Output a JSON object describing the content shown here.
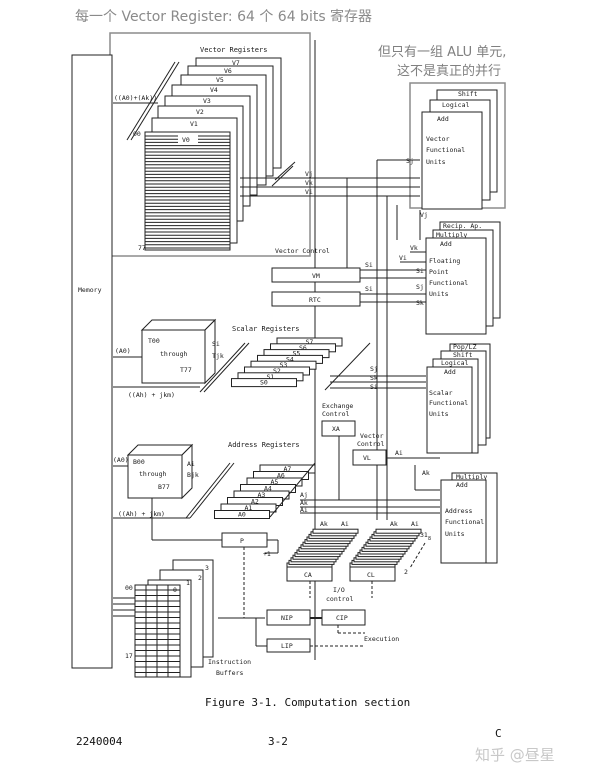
{
  "annotations": {
    "top_note": "每一个 Vector Register: 64 个 64 bits 寄存器",
    "alu_note_line1": "但只有一组 ALU 单元,",
    "alu_note_line2": "这不是真正的并行"
  },
  "memory": {
    "label": "Memory"
  },
  "vector_registers": {
    "title": "Vector Registers",
    "registers": [
      "V7",
      "V6",
      "V5",
      "V4",
      "V3",
      "V2",
      "V1",
      "V0"
    ],
    "address_label": "((A0)+(Ak))",
    "element_first": "00",
    "element_last": "77",
    "ports": [
      "Vj",
      "Vk",
      "Vi"
    ]
  },
  "vector_functional_units": {
    "units": [
      "Shift",
      "Logical",
      "Add"
    ],
    "label_lines": [
      "Vector",
      "Functional",
      "Units"
    ],
    "input_label": "Sj"
  },
  "floating_point_units": {
    "units": [
      "Recip. Ap.",
      "Multiply",
      "Add"
    ],
    "label_lines": [
      "Floating",
      "Point",
      "Functional",
      "Units"
    ],
    "inputs": [
      "Vj",
      "Vk",
      "Vi",
      "Si",
      "Sj",
      "Sk"
    ]
  },
  "vector_control": {
    "label": "Vector Control",
    "vm": "VM",
    "rtc": "RTC",
    "vm_input": "Si",
    "rtc_input": "Si"
  },
  "t_registers": {
    "top": "T00",
    "middle": "through",
    "bottom": "T77",
    "address_in": "(A0)",
    "address_out": "((Ah) + jkm)",
    "ports": [
      "Si",
      "Tjk"
    ]
  },
  "scalar_registers": {
    "title": "Scalar Registers",
    "registers": [
      "S7",
      "S6",
      "S5",
      "S4",
      "S3",
      "S2",
      "S1",
      "S0"
    ],
    "ports": [
      "Sj",
      "Sk",
      "Si"
    ]
  },
  "scalar_functional_units": {
    "units": [
      "Pop/LZ",
      "Shift",
      "Logical",
      "Add"
    ],
    "label_lines": [
      "Scalar",
      "Functional",
      "Units"
    ]
  },
  "exchange_control": {
    "label_lines": [
      "Exchange",
      "Control"
    ],
    "box": "XA"
  },
  "vector_length": {
    "label_lines": [
      "Vector",
      "Control"
    ],
    "box": "VL",
    "input": "Ai"
  },
  "b_registers": {
    "top": "B00",
    "middle": "through",
    "bottom": "B77",
    "address_in": "(A0)",
    "address_out": "((Ah) + jkm)",
    "ports": [
      "Ai",
      "Bjk"
    ]
  },
  "address_registers": {
    "title": "Address Registers",
    "registers": [
      "A7",
      "A6",
      "A5",
      "A4",
      "A3",
      "A2",
      "A1",
      "A0"
    ],
    "ports": [
      "Aj",
      "Ak",
      "Ai"
    ]
  },
  "address_functional_units": {
    "units": [
      "Multiply",
      "Add"
    ],
    "label_lines": [
      "Address",
      "Functional",
      "Units"
    ],
    "input": "Ak"
  },
  "program_counter": {
    "box": "P",
    "increment": "+1"
  },
  "io_channels": {
    "ca": "CA",
    "cl": "CL",
    "inputs": [
      "Ak",
      "Ai",
      "Ak",
      "Ai"
    ],
    "count_top": "31",
    "count_subscript": "8",
    "count_bottom": "2",
    "label_lines": [
      "I/O",
      "control"
    ]
  },
  "instruction_buffers": {
    "buffers": [
      "0",
      "1",
      "2",
      "3"
    ],
    "row_first": "00",
    "row_last": "17",
    "label_lines": [
      "Instruction",
      "Buffers"
    ]
  },
  "instruction_pipeline": {
    "nip": "NIP",
    "cip": "CIP",
    "lip": "LIP",
    "execution": "Execution"
  },
  "figure": {
    "caption": "Figure 3-1.  Computation section",
    "doc_number": "2240004",
    "page_number": "3-2",
    "revision": "C"
  },
  "watermark": "知乎 @昼星"
}
